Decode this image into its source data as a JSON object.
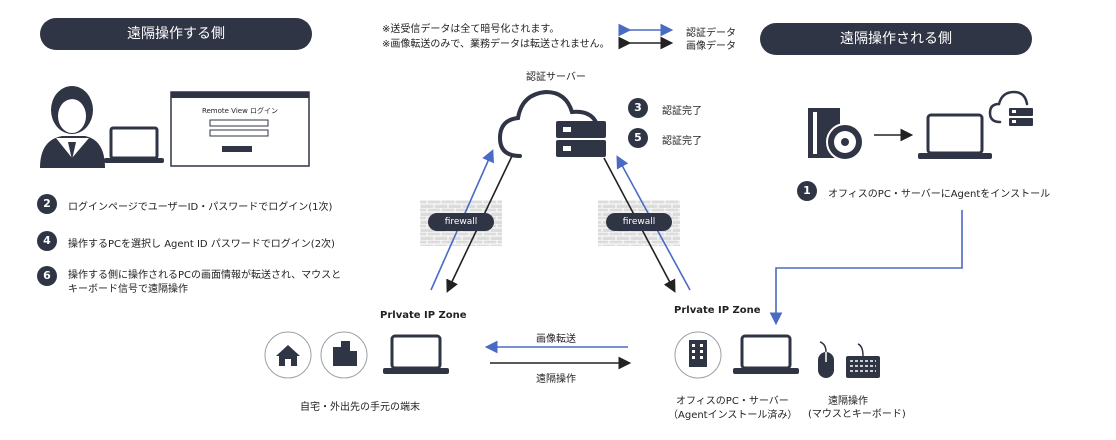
{
  "header": {
    "left_pill": "遠隔操作する側",
    "right_pill": "遠隔操作される側",
    "note1": "※送受信データは全て暗号化されます。",
    "note2": "※画像転送のみで、業務データは転送されません。",
    "legend_auth": "認証データ",
    "legend_image": "画像データ"
  },
  "server": {
    "label": "認証サーバー"
  },
  "auth_steps": [
    {
      "num": "3",
      "text": "認証完了"
    },
    {
      "num": "5",
      "text": "認証完了"
    }
  ],
  "login_window": {
    "title": "Remote View ログイン"
  },
  "steps_left": [
    {
      "num": "2",
      "text": "ログインページでユーザーID・パスワードでログイン(1次)"
    },
    {
      "num": "4",
      "text": "操作するPCを選択し Agent ID パスワードでログイン(2次)"
    },
    {
      "num": "6",
      "line1": "操作する側に操作されるPCの画面情報が転送され、マウスと",
      "line2": "キーボード信号で遠隔操作"
    }
  ],
  "step_right": {
    "num": "1",
    "text": "オフィスのPC・サーバーにAgentをインストール"
  },
  "firewall": {
    "left": "firewall",
    "right": "firewall"
  },
  "zones": {
    "left": "Prlvate IP Zone",
    "right": "Prlvate IP Zone"
  },
  "flows": {
    "image": "画像転送",
    "remote": "遠隔操作"
  },
  "bottom": {
    "left_caption": "自宅・外出先の手元の端末",
    "office_line1": "オフィスのPC・サーバー",
    "office_line2": "（Agentインストール済み）",
    "remote_line1": "遠隔操作",
    "remote_line2": "(マウスとキーボード)"
  },
  "colors": {
    "auth_arrow": "#4a6bc4",
    "image_arrow": "#222222",
    "pill": "#2f3545"
  },
  "icons": [
    "person-icon",
    "laptop-icon",
    "cloud-icon",
    "server-icon",
    "software-box-icon",
    "disc-icon",
    "cloud-server-icon",
    "house-icon",
    "building-icon",
    "office-building-icon",
    "mouse-icon",
    "keyboard-icon",
    "firewall-icon"
  ]
}
